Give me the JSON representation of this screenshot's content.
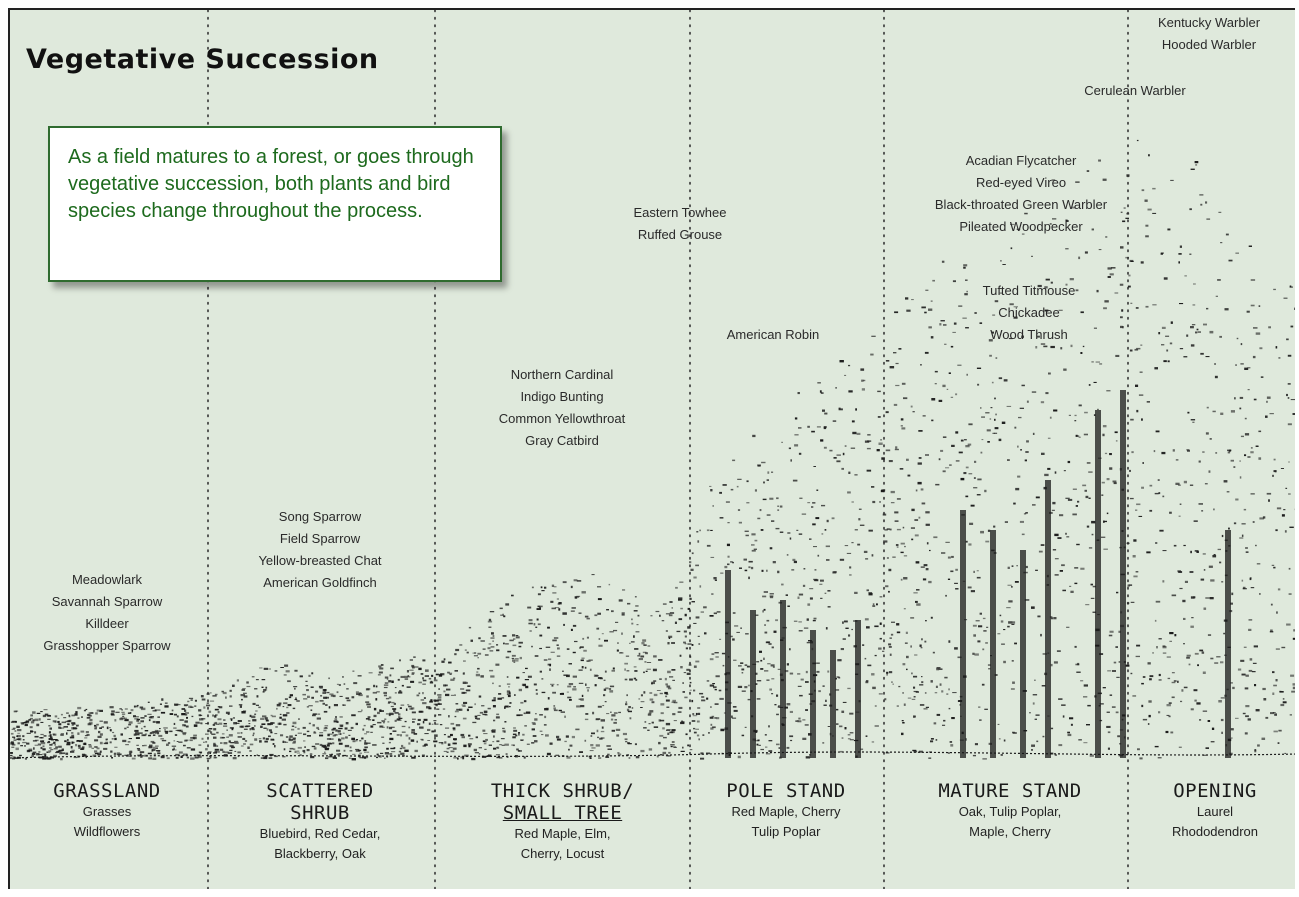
{
  "title": "Vegetative Succession",
  "callout": "As a field matures to a forest, or goes through vegetative succession, both plants and bird species change throughout the process.",
  "stages": [
    {
      "id": "grassland",
      "name": [
        "GRASSLAND"
      ],
      "plants": [
        "Grasses",
        "Wildflowers"
      ],
      "birds": [
        "Meadowlark",
        "Savannah Sparrow",
        "Killdeer",
        "Grasshopper Sparrow"
      ]
    },
    {
      "id": "scattered-shrub",
      "name": [
        "SCATTERED",
        "SHRUB"
      ],
      "plants": [
        "Bluebird, Red Cedar,",
        "Blackberry, Oak"
      ],
      "birds": [
        "Song Sparrow",
        "Field Sparrow",
        "Yellow-breasted Chat",
        "American Goldfinch"
      ]
    },
    {
      "id": "thick-shrub",
      "name": [
        "THICK SHRUB/",
        "SMALL TREE"
      ],
      "plants": [
        "Red Maple, Elm,",
        "Cherry, Locust"
      ],
      "birds": [
        "Northern Cardinal",
        "Indigo Bunting",
        "Common Yellowthroat",
        "Gray Catbird"
      ]
    },
    {
      "id": "pole-stand",
      "name": [
        "POLE STAND"
      ],
      "plants": [
        "Red Maple, Cherry",
        "Tulip Poplar"
      ],
      "birds": [
        "Eastern Towhee",
        "Ruffed Grouse",
        "American Robin"
      ]
    },
    {
      "id": "mature-stand",
      "name": [
        "MATURE STAND"
      ],
      "plants": [
        "Oak, Tulip Poplar,",
        "Maple, Cherry"
      ],
      "birds": [
        "Acadian Flycatcher",
        "Red-eyed Vireo",
        "Black-throated Green Warbler",
        "Pileated Woodpecker",
        "Tufted Titmouse",
        "Chickadee",
        "Wood Thrush"
      ]
    },
    {
      "id": "opening",
      "name": [
        "OPENING"
      ],
      "plants": [
        "Laurel",
        "Rhododendron"
      ],
      "birds": [
        "Kentucky Warbler",
        "Hooded Warbler",
        "Cerulean Warbler"
      ]
    }
  ],
  "colors": {
    "background": "#dfe9dc",
    "callout_border": "#2f6b2f",
    "callout_text": "#1d6a1d",
    "ink": "#1a1a1a"
  }
}
